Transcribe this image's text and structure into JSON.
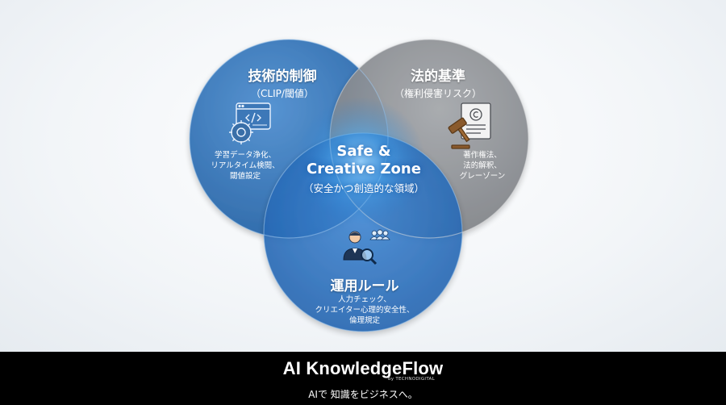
{
  "circles": {
    "technical": {
      "title": "技術的制御",
      "subtitle": "（CLIP/閾値）",
      "details": [
        "学習データ浄化、",
        "リアルタイム検閲、",
        "閾値設定"
      ],
      "color": "#3f7fc0",
      "icon": "code-gear-icon"
    },
    "legal": {
      "title": "法的基準",
      "subtitle": "（権利侵害リスク）",
      "details": [
        "著作権法、",
        "法的解釈、",
        "グレーゾーン"
      ],
      "color": "#8f9296",
      "icon": "gavel-document-icon"
    },
    "operation": {
      "title": "運用ルール",
      "details": [
        "人力チェック、",
        "クリエイター心理的安全性、",
        "倫理規定"
      ],
      "color": "#2f76c4",
      "icon": "reviewer-magnifier-icon"
    }
  },
  "center": {
    "title_line1": "Safe &",
    "title_line2": "Creative Zone",
    "subtitle": "（安全かつ創造的な領域）"
  },
  "footer": {
    "brand": "AI KnowledgeFlow",
    "by": "by TECHNODIGITAL",
    "tagline": "AIで 知識をビジネスへ。"
  }
}
